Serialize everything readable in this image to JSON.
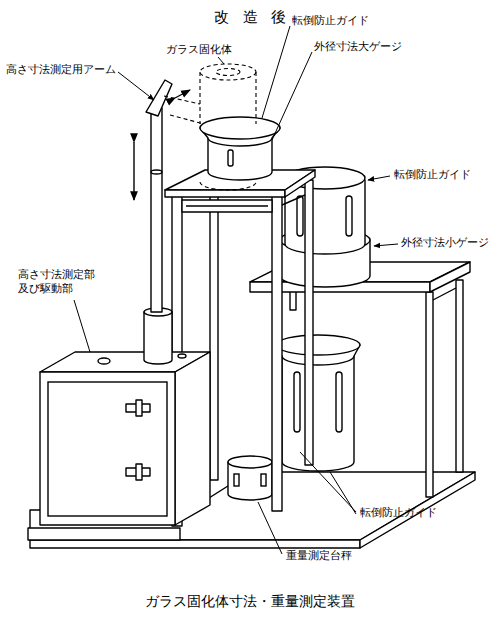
{
  "diagram": {
    "title": "改造後",
    "caption": "ガラス固化体寸法・重量測定装置",
    "labels": [
      "ガラス固化体",
      "高さ寸法測定用アーム",
      "転倒防止ガイド",
      "外径寸法大ゲージ",
      "転倒防止ガイド",
      "外径寸法小ゲージ",
      "高さ寸法測定部 及び駆動部",
      "転倒防止ガイド",
      "重量測定台秤"
    ]
  }
}
